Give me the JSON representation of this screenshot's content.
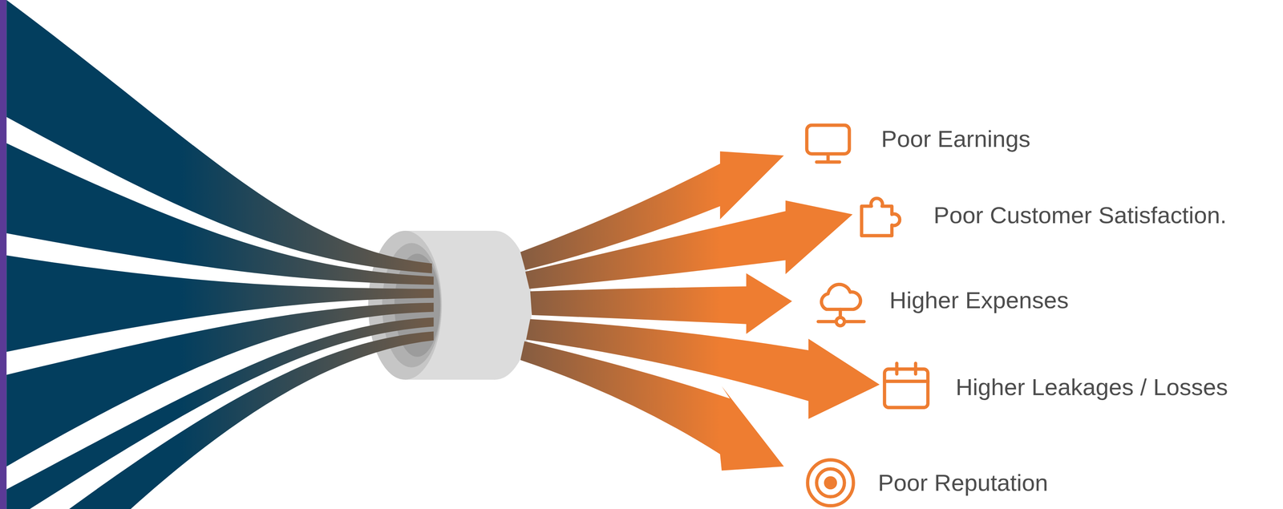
{
  "diagram": {
    "labels": [
      "Poor Earnings",
      "Poor Customer Satisfaction.",
      "Higher Expenses",
      "Higher Leakages / Losses",
      "Poor Reputation"
    ]
  }
}
